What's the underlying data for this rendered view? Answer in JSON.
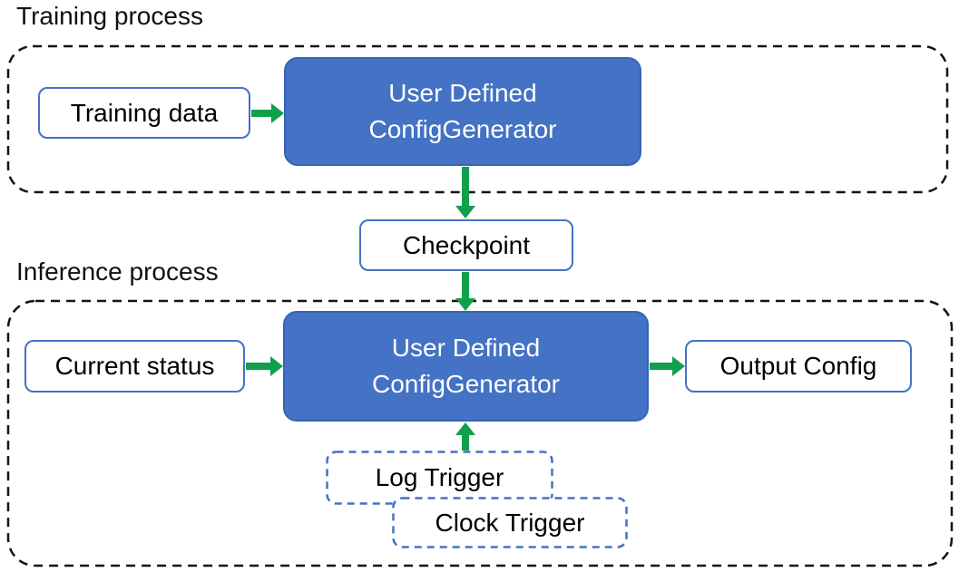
{
  "training": {
    "section_label": "Training process",
    "input_label": "Training data",
    "module_line1": "User Defined",
    "module_line2": "ConfigGenerator"
  },
  "checkpoint_label": "Checkpoint",
  "inference": {
    "section_label": "Inference process",
    "input_label": "Current status",
    "module_line1": "User Defined",
    "module_line2": "ConfigGenerator",
    "output_label": "Output Config",
    "log_trigger_label": "Log Trigger",
    "clock_trigger_label": "Clock Trigger"
  },
  "colors": {
    "module_fill": "#4472C4",
    "module_border": "#3763B3",
    "light_box_border": "#4472C4",
    "trigger_border": "#4472C4",
    "arrow_green": "#10A04B",
    "container_dash": "#141414",
    "module_text": "#FFFFFF",
    "box_text": "#000000"
  }
}
